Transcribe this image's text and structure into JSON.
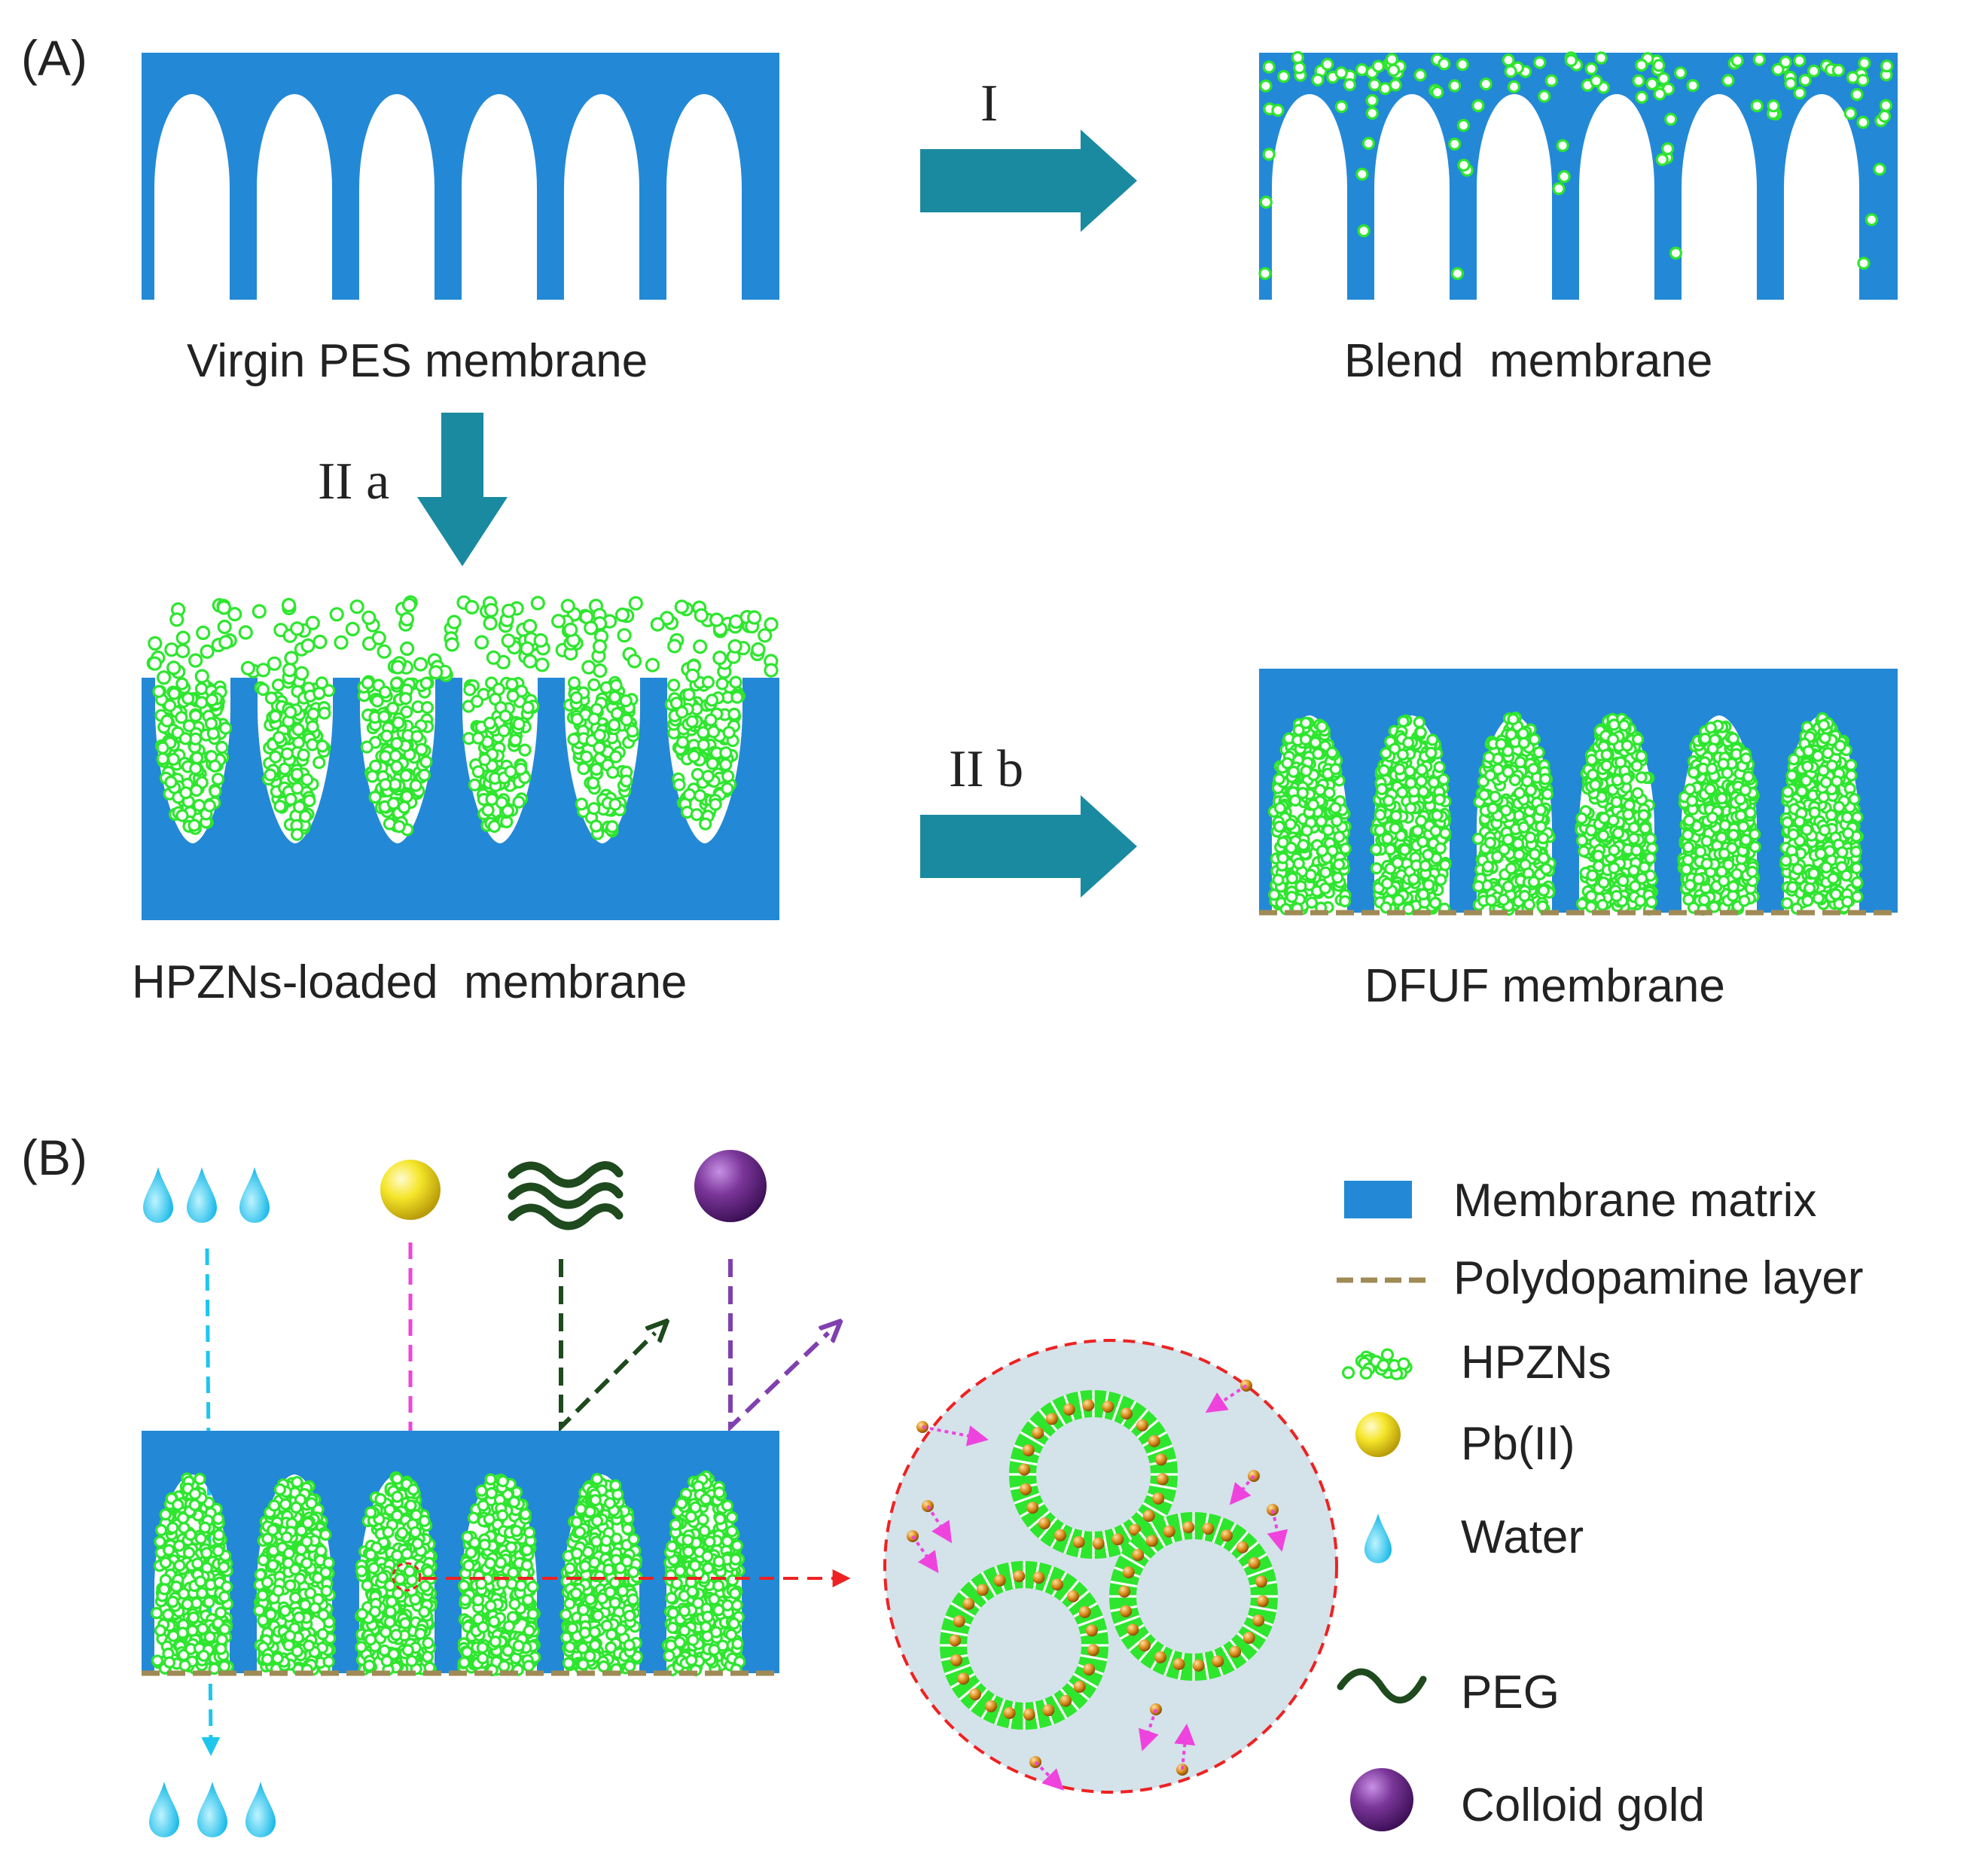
{
  "panel_a": {
    "label": "(A)",
    "captions": {
      "virgin": "Virgin PES membrane",
      "blend": "Blend  membrane",
      "hpzns_loaded": "HPZNs-loaded  membrane",
      "dfuf": "DFUF membrane"
    },
    "steps": {
      "step_1": "I",
      "step_2a": "II a",
      "step_2b": "II b"
    }
  },
  "panel_b": {
    "label": "(B)"
  },
  "legend": [
    {
      "id": "matrix",
      "label": "Membrane matrix",
      "icon": "matrix-swatch-icon"
    },
    {
      "id": "pda",
      "label": "Polydopamine layer",
      "icon": "dashed-line-icon"
    },
    {
      "id": "hpzns",
      "label": "HPZNs",
      "icon": "particle-cluster-icon"
    },
    {
      "id": "pb",
      "label": "Pb(II)",
      "icon": "yellow-sphere-icon"
    },
    {
      "id": "water",
      "label": "Water",
      "icon": "water-drop-icon"
    },
    {
      "id": "peg",
      "label": "PEG",
      "icon": "wave-icon"
    },
    {
      "id": "gold",
      "label": "Colloid gold",
      "icon": "purple-sphere-icon"
    }
  ],
  "colors": {
    "membrane": "#2389d6",
    "hpzns": "#2ee62e",
    "arrow": "#1a8aa0",
    "pda": "#a08a55",
    "pb_yellow": "#f2e21e",
    "water": "#1ec6ee",
    "peg": "#1e4a1e",
    "gold_purple": "#6a2a8a",
    "zoom_red": "#ee2222",
    "magenta_path": "#ee44dd",
    "nanoparticle_orange": "#d88a18",
    "zoom_core": "#d4e2ea"
  }
}
